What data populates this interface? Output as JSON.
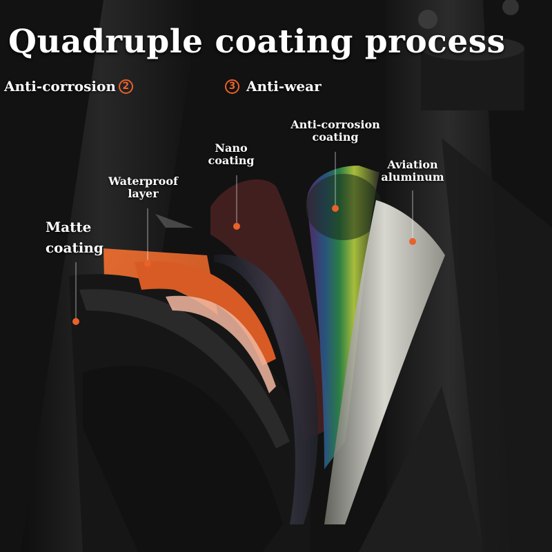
{
  "title": "Quadruple coating process",
  "features": [
    {
      "text": "Anti-corrosion",
      "number": "2"
    },
    {
      "text": "Anti-wear",
      "number": "3"
    }
  ],
  "layers": [
    {
      "line1": "Matte",
      "line2": "coating"
    },
    {
      "line1": "Waterproof",
      "line2": "layer"
    },
    {
      "line1": "Nano",
      "line2": "coating"
    },
    {
      "line1": "Anti-corrosion",
      "line2": "coating"
    },
    {
      "line1": "Aviation",
      "line2": "aluminum"
    }
  ],
  "colors": {
    "accent": "#e8622a",
    "text": "#ffffff",
    "background": "#121212",
    "tube": "#1c1c1c"
  }
}
